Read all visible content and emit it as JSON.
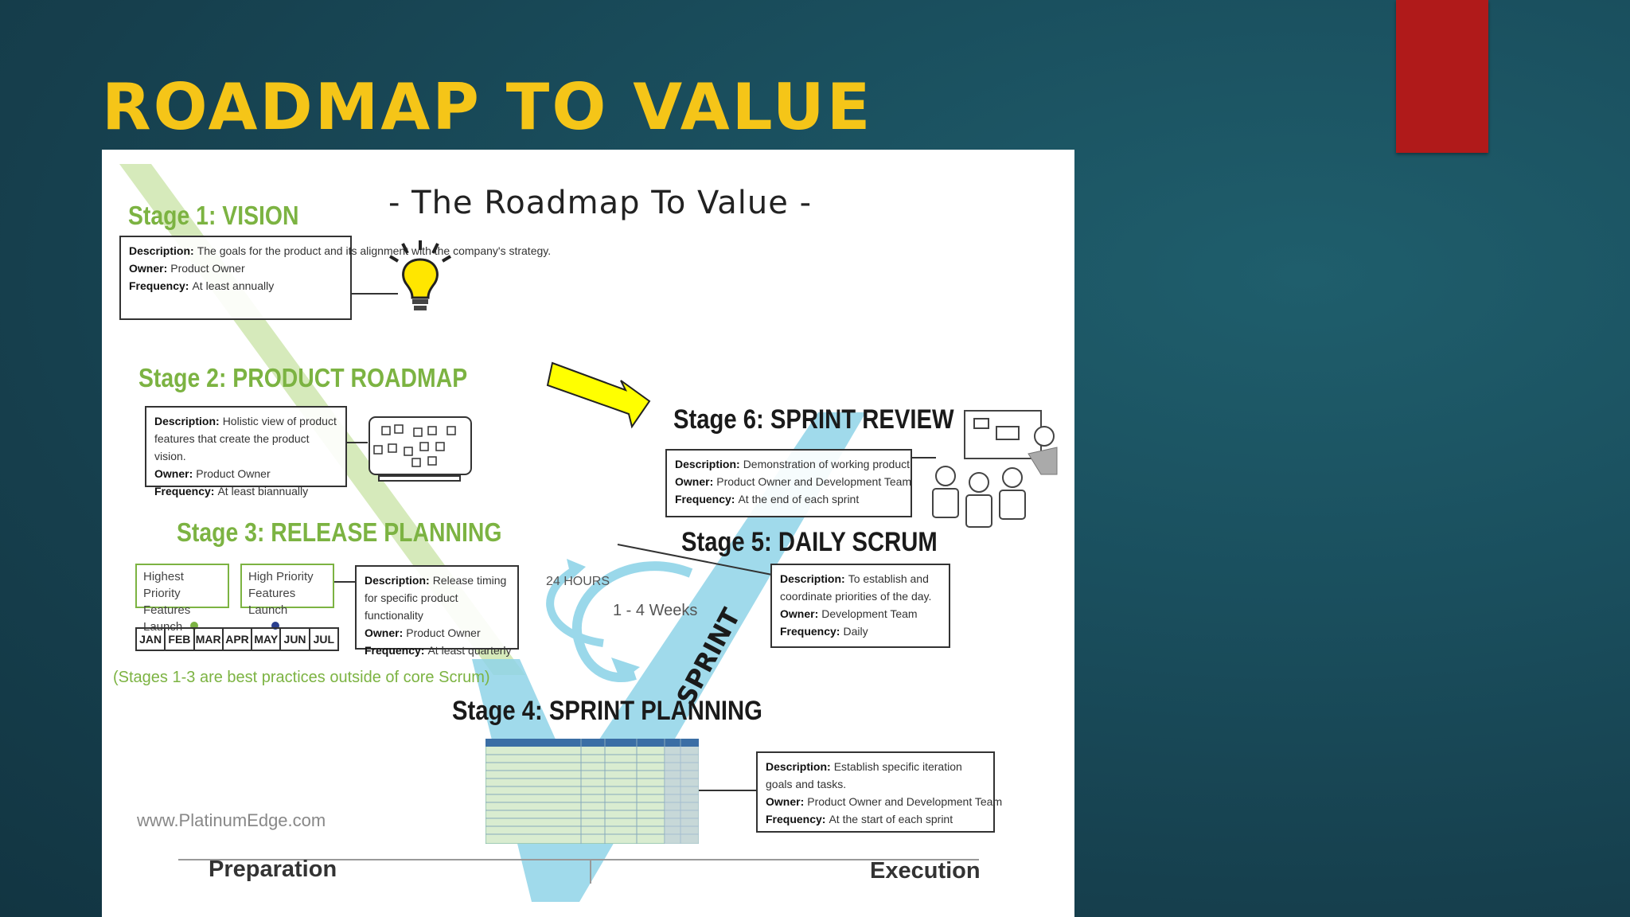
{
  "slide": {
    "title": "ROADMAP TO VALUE",
    "accent_color": "#b01a1a",
    "title_color": "#f5c518"
  },
  "diagram": {
    "title": "- The Roadmap To Value -",
    "stage1": {
      "heading": "Stage 1: VISION",
      "description": "The goals for the product and its alignment with the company's strategy.",
      "owner": "Product Owner",
      "frequency": "At least annually",
      "icon": "lightbulb-icon"
    },
    "stage2": {
      "heading": "Stage 2: PRODUCT ROADMAP",
      "description": "Holistic view of product features that create the product vision.",
      "owner": "Product Owner",
      "frequency": "At least biannually",
      "icon": "roadmap-board-icon"
    },
    "stage3": {
      "heading": "Stage 3: RELEASE PLANNING",
      "release1": "Highest Priority Features Launch",
      "release2": "High Priority Features Launch",
      "months": [
        "JAN",
        "FEB",
        "MAR",
        "APR",
        "MAY",
        "JUN",
        "JUL"
      ],
      "description": "Release timing for specific product functionality",
      "owner": "Product Owner",
      "frequency": "At least quarterly"
    },
    "stage4": {
      "heading": "Stage 4: SPRINT PLANNING",
      "description": "Establish specific iteration goals and tasks.",
      "owner": "Product Owner and Development Team",
      "frequency": "At the start of each sprint",
      "icon": "spreadsheet-thumbnail"
    },
    "stage5": {
      "heading": "Stage 5: DAILY SCRUM",
      "description": "To establish and coordinate priorities of the day.",
      "owner": "Development Team",
      "frequency": "Daily"
    },
    "stage6": {
      "heading": "Stage 6:  SPRINT REVIEW",
      "description": "Demonstration of working product",
      "owner": "Product Owner and Development Team",
      "frequency": "At the end of each sprint",
      "icon": "team-presentation-icon"
    },
    "labels": {
      "description": "Description:",
      "owner": "Owner:",
      "frequency": "Frequency:",
      "hours": "24 HOURS",
      "weeks": "1 - 4 Weeks",
      "sprint": "SPRINT",
      "note": "(Stages 1-3 are best practices outside of core Scrum)",
      "website": "www.PlatinumEdge.com",
      "preparation": "Preparation",
      "execution": "Execution"
    },
    "colors": {
      "green": "#7cb342",
      "light_blue": "#8fd3e8",
      "arrow_yellow": "#ffff00"
    }
  }
}
